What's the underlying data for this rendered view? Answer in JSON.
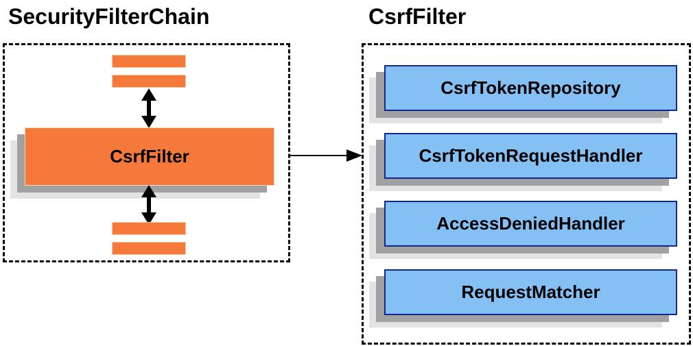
{
  "colors": {
    "orange": "#F4793A",
    "blue_fill": "#85C0F5",
    "blue_border": "#112692",
    "shadow_dark": "#A1A1A3",
    "shadow_light": "#E3E3E4",
    "line": "#000000"
  },
  "left_panel": {
    "title": "SecurityFilterChain",
    "csrf_filter_label": "CsrfFilter"
  },
  "right_panel": {
    "title": "CsrfFilter",
    "components": [
      {
        "label": "CsrfTokenRepository"
      },
      {
        "label": "CsrfTokenRequestHandler"
      },
      {
        "label": "AccessDeniedHandler"
      },
      {
        "label": "RequestMatcher"
      }
    ]
  }
}
